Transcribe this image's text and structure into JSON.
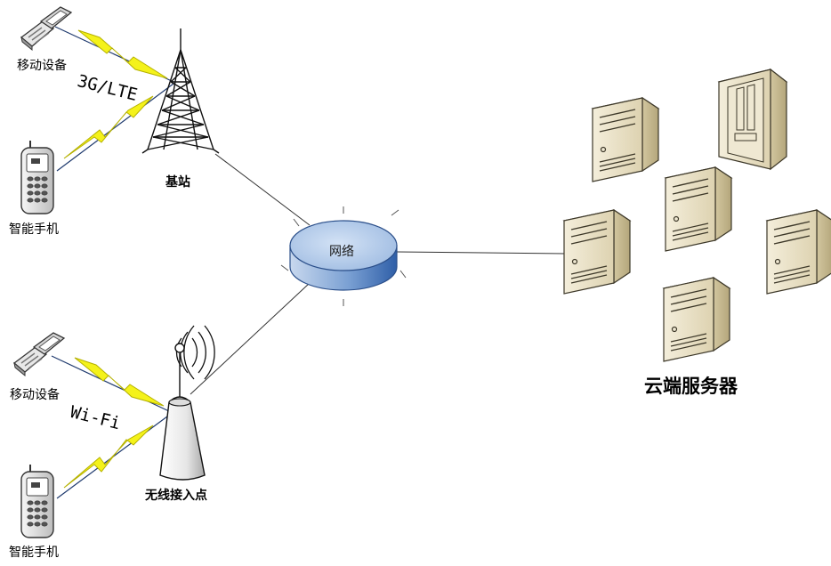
{
  "labels": {
    "mobile_device": "移动设备",
    "smartphone": "智能手机",
    "base_station": "基站",
    "access_point": "无线接入点",
    "network": "网络",
    "cloud_servers": "云端服务器",
    "cellular_protocol": "3G/LTE",
    "wifi_protocol": "Wi-Fi"
  },
  "colors": {
    "lightning_fill": "#f4f21a",
    "lightning_stroke": "#b9b600",
    "link_line": "#1f3a6e",
    "router_top": "#a9c3e6",
    "router_side": "#3f6fb5",
    "server_body": "#e9e1c7",
    "server_dark": "#5a5340"
  }
}
